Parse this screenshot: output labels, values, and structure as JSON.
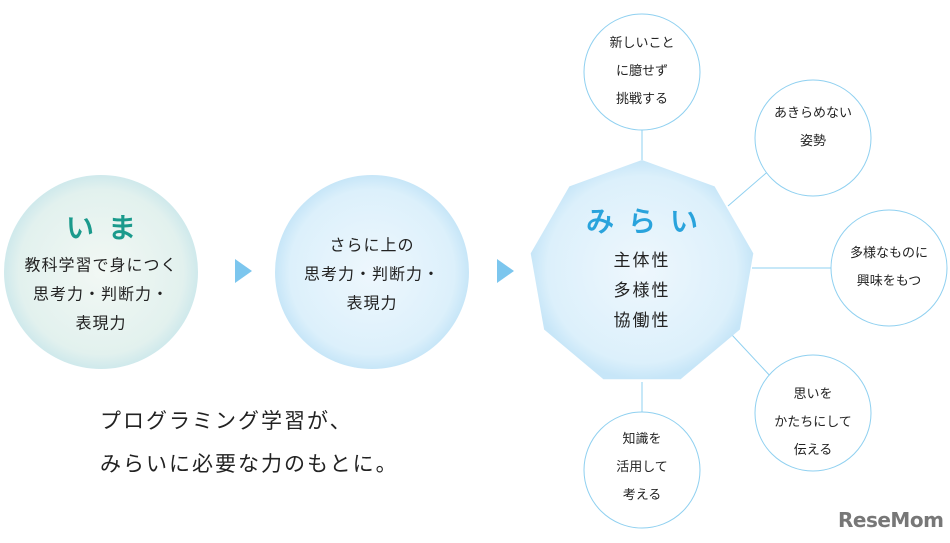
{
  "now": {
    "heading": "いま",
    "lines": [
      "教科学習で身につく",
      "思考力・判断力・",
      "表現力"
    ]
  },
  "next": {
    "lines": [
      "さらに上の",
      "思考力・判断力・",
      "表現力"
    ]
  },
  "future": {
    "heading": "みらい",
    "lines": [
      "主体性",
      "多様性",
      "協働性"
    ]
  },
  "satellites": [
    {
      "lines": [
        "新しいこと",
        "に臆せず",
        "挑戦する"
      ]
    },
    {
      "lines": [
        "あきらめない",
        "姿勢"
      ]
    },
    {
      "lines": [
        "多様なものに",
        "興味をもつ"
      ]
    },
    {
      "lines": [
        "思いを",
        "かたちにして",
        "伝える"
      ]
    },
    {
      "lines": [
        "知識を",
        "活用して",
        "考える"
      ]
    }
  ],
  "caption": [
    "プログラミング学習が、",
    "みらいに必要な力のもとに。"
  ],
  "logo": "ReseMom",
  "colors": {
    "now_heading": "#1a9a8c",
    "future_heading": "#29a3dc",
    "arrow": "#7cc6ee",
    "line": "#8fd0f0"
  }
}
